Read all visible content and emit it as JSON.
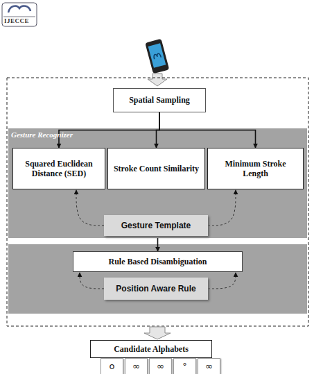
{
  "diagram": {
    "nodes": [
      {
        "text": [
          "Spatial Sampling"
        ]
      },
      {
        "text": [
          "Gesture Recognizer"
        ]
      },
      {
        "text": [
          "Squared Euclidean Distance (SED)"
        ],
        "in": 1
      },
      {
        "text": [
          "Stroke Count Similarity"
        ],
        "in": 1
      },
      {
        "text": [
          "Minimum Stroke Length"
        ],
        "in": 1
      },
      {
        "text": [
          "Gesture Template"
        ],
        "in": 1
      },
      {
        "text": [
          "Rule Based Disambiguation"
        ]
      },
      {
        "text": [
          "Position Aware Rule"
        ]
      },
      {
        "text": [
          "Candidate Alphabets"
        ]
      },
      {
        "text": [
          "o"
        ]
      },
      {
        "text": [
          "∞"
        ]
      },
      {
        "text": [
          "∞"
        ]
      },
      {
        "text": [
          "°"
        ]
      },
      {
        "text": [
          "∞"
        ]
      }
    ],
    "edges": [
      {
        "from": 0,
        "to": 2,
        "arrow": "to"
      },
      {
        "from": 0,
        "to": 3,
        "arrow": "to"
      },
      {
        "from": 0,
        "to": 4,
        "arrow": "to"
      },
      {
        "from": 5,
        "to": 2,
        "arrow": "to"
      },
      {
        "from": 5,
        "to": 4,
        "arrow": "to"
      },
      {
        "from": 1,
        "to": 6,
        "arrow": "to"
      },
      {
        "from": 7,
        "to": 6,
        "arrow": "to"
      },
      {
        "from": 7,
        "to": 6,
        "arrow": "to"
      }
    ],
    "labels": [
      "IJECCE"
    ]
  }
}
